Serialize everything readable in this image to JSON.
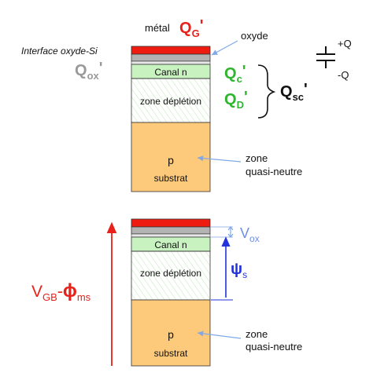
{
  "top": {
    "metal_label": "métal",
    "qg": {
      "base": "Q",
      "sub": "G",
      "prime": "'"
    },
    "oxide_label": "oxyde",
    "interface_label": "Interface oxyde-Si",
    "qox": {
      "base": "Q",
      "sub": "ox",
      "prime": "'"
    },
    "canal_label": "Canal n",
    "depletion_label": "zone déplétion",
    "qc": {
      "base": "Q",
      "sub": "c",
      "prime": "'"
    },
    "qd": {
      "base": "Q",
      "sub": "D",
      "prime": "'"
    },
    "qsc": {
      "base": "Q",
      "sub": "sc",
      "prime": "'"
    },
    "substrate_letter": "p",
    "substrate_label": "substrat",
    "quasi_line1": "zone",
    "quasi_line2": "quasi-neutre",
    "cap_plus": "+Q",
    "cap_minus": "-Q"
  },
  "bottom": {
    "vgb_phi": {
      "v": "V",
      "v_sub": "GB",
      "dash": "-",
      "phi": "ϕ",
      "phi_sub": "ms"
    },
    "vox": {
      "base": "V",
      "sub": "ox"
    },
    "psi": {
      "base": "ψ",
      "sub": "s"
    },
    "canal_label": "Canal n",
    "depletion_label": "zone déplétion",
    "substrate_letter": "p",
    "substrate_label": "substrat",
    "quasi_line1": "zone",
    "quasi_line2": "quasi-neutre"
  },
  "colors": {
    "metal": "#ee1c10",
    "oxide": "#b3b3b3",
    "canal": "#c9f2c1",
    "substrate": "#fdc97a",
    "red_text": "#e8221a",
    "green_text": "#2fb52f",
    "gray_text": "#9a9a9a",
    "blue": "#2233dd",
    "light_blue": "#7fa9e8"
  }
}
